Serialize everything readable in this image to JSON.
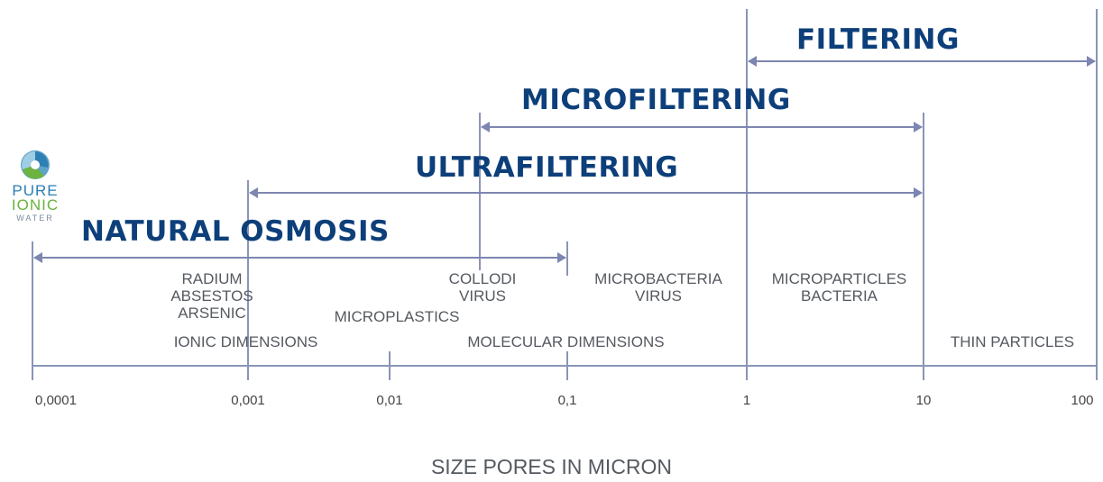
{
  "logo": {
    "name": "PURE IONIC WATER",
    "line1": "PURE",
    "line2": "IONIC",
    "line3": "WATER"
  },
  "axis": {
    "title": "SIZE PORES IN MICRON",
    "ticks": [
      "0,0001",
      "0,001",
      "0,01",
      "0,1",
      "1",
      "10",
      "100"
    ],
    "scale": "log"
  },
  "processes": [
    {
      "id": "filtering",
      "label": "FILTERING",
      "from": "1",
      "to": "100"
    },
    {
      "id": "microfiltering",
      "label": "MICROFILTERING",
      "from": "0,03",
      "to": "10"
    },
    {
      "id": "ultrafiltering",
      "label": "ULTRAFILTERING",
      "from": "0,001",
      "to": "10"
    },
    {
      "id": "natural-osmosis",
      "label": "NATURAL OSMOSIS",
      "from": "0,0001",
      "to": "0,1"
    }
  ],
  "labels": {
    "radium": "RADIUM\nABSESTOS\nARSENIC",
    "collodi": "COLLODI\nVIRUS",
    "microbacteria": "MICROBACTERIA\nVIRUS",
    "microparticles": "MICROPARTICLES\nBACTERIA",
    "microplastics": "MICROPLASTICS",
    "ionic": "IONIC DIMENSIONS",
    "molecular": "MOLECULAR DIMENSIONS",
    "thin": "THIN PARTICLES"
  },
  "colors": {
    "line": "#8a94b8",
    "heading": "#0d3f7a",
    "text": "#555a60"
  }
}
